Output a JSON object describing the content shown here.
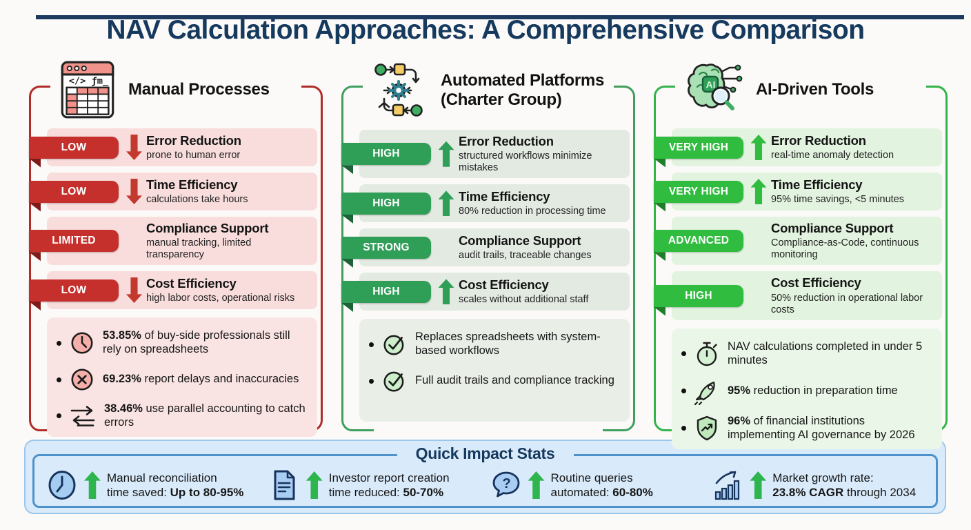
{
  "page": {
    "title": "NAV Calculation Approaches: A Comprehensive Comparison"
  },
  "colors": {
    "title_navy": "#16395e",
    "manual_red": "#c5302c",
    "automated_green": "#2f9e57",
    "ai_green": "#2fbc3f",
    "impact_blue": "#4d92cb"
  },
  "columns": [
    {
      "title": "Manual Processes",
      "title_line2": "",
      "icon": "spreadsheet-icon",
      "theme": "red",
      "rows": [
        {
          "badge": "LOW",
          "arrow": "down",
          "title": "Error Reduction",
          "desc": "prone to human error"
        },
        {
          "badge": "LOW",
          "arrow": "down",
          "title": "Time Efficiency",
          "desc": "calculations take hours"
        },
        {
          "badge": "LIMITED",
          "arrow": "none",
          "title": "Compliance Support",
          "desc": "manual tracking, limited transparency"
        },
        {
          "badge": "LOW",
          "arrow": "down",
          "title": "Cost Efficiency",
          "desc": "high labor costs, operational risks"
        }
      ],
      "bullets": [
        {
          "icon": "clock-icon",
          "bold": "53.85%",
          "text": " of buy-side professionals still rely on spreadsheets"
        },
        {
          "icon": "error-circle-icon",
          "bold": "69.23%",
          "text": " report delays and inaccuracies"
        },
        {
          "icon": "parallel-arrows-icon",
          "bold": "38.46%",
          "text": " use parallel accounting to catch errors"
        }
      ]
    },
    {
      "title": "Automated Platforms",
      "title_line2": "(Charter Group)",
      "icon": "workflow-icon",
      "theme": "green",
      "rows": [
        {
          "badge": "HIGH",
          "arrow": "up",
          "title": "Error Reduction",
          "desc": "structured workflows minimize mistakes"
        },
        {
          "badge": "HIGH",
          "arrow": "up",
          "title": "Time Efficiency",
          "desc": "80% reduction in processing time"
        },
        {
          "badge": "STRONG",
          "arrow": "none",
          "title": "Compliance Support",
          "desc": "audit trails, traceable changes"
        },
        {
          "badge": "HIGH",
          "arrow": "up",
          "title": "Cost Efficiency",
          "desc": "scales without additional staff"
        }
      ],
      "bullets": [
        {
          "icon": "check-circle-icon",
          "bold": "",
          "text": "Replaces spreadsheets with system-based workflows"
        },
        {
          "icon": "check-circle-icon",
          "bold": "",
          "text": "Full audit trails and compliance tracking"
        }
      ]
    },
    {
      "title": "AI-Driven Tools",
      "title_line2": "",
      "icon": "ai-brain-icon",
      "theme": "bright",
      "rows": [
        {
          "badge": "VERY HIGH",
          "arrow": "up",
          "title": "Error Reduction",
          "desc": "real-time anomaly detection"
        },
        {
          "badge": "VERY HIGH",
          "arrow": "up",
          "title": "Time Efficiency",
          "desc": "95% time savings, <5 minutes"
        },
        {
          "badge": "ADVANCED",
          "arrow": "none",
          "title": "Compliance Support",
          "desc": "Compliance-as-Code, continuous monitoring"
        },
        {
          "badge": "HIGH",
          "arrow": "none",
          "title": "Cost Efficiency",
          "desc": "50% reduction in operational labor costs"
        }
      ],
      "bullets": [
        {
          "icon": "stopwatch-icon",
          "bold": "",
          "text": "NAV calculations completed in under 5 minutes"
        },
        {
          "icon": "rocket-icon",
          "bold": "95%",
          "text": " reduction in preparation time"
        },
        {
          "icon": "shield-check-icon",
          "bold": "96%",
          "text": " of financial institutions implementing AI governance by 2026"
        }
      ]
    }
  ],
  "impact": {
    "title": "Quick Impact Stats",
    "items": [
      {
        "icon": "clock-blue-icon",
        "line1": "Manual reconciliation",
        "line2_pre": "time saved: ",
        "line2_bold": "Up to 80-95%",
        "line2_post": ""
      },
      {
        "icon": "report-icon",
        "line1": "Investor report creation",
        "line2_pre": "time reduced: ",
        "line2_bold": "50-70%",
        "line2_post": ""
      },
      {
        "icon": "question-bubble-icon",
        "line1": "Routine queries",
        "line2_pre": "automated: ",
        "line2_bold": "60-80%",
        "line2_post": ""
      },
      {
        "icon": "growth-chart-icon",
        "line1": "Market growth rate:",
        "line2_pre": "",
        "line2_bold": "23.8% CAGR",
        "line2_post": " through 2034"
      }
    ]
  }
}
